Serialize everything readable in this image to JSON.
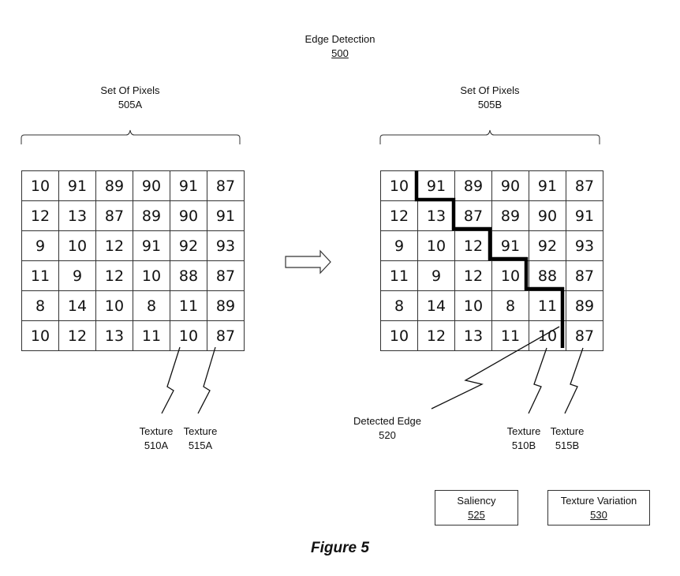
{
  "title": {
    "text": "Edge Detection",
    "ref": "500"
  },
  "left": {
    "set_label": "Set Of Pixels",
    "set_ref": "505A",
    "grid": [
      [
        "10",
        "91",
        "89",
        "90",
        "91",
        "87"
      ],
      [
        "12",
        "13",
        "87",
        "89",
        "90",
        "91"
      ],
      [
        "9",
        "10",
        "12",
        "91",
        "92",
        "93"
      ],
      [
        "11",
        "9",
        "12",
        "10",
        "88",
        "87"
      ],
      [
        "8",
        "14",
        "10",
        "8",
        "11",
        "89"
      ],
      [
        "10",
        "12",
        "13",
        "11",
        "10",
        "87"
      ]
    ],
    "texture_a": {
      "label": "Texture",
      "ref": "510A"
    },
    "texture_b": {
      "label": "Texture",
      "ref": "515A"
    }
  },
  "right": {
    "set_label": "Set Of Pixels",
    "set_ref": "505B",
    "grid": [
      [
        "10",
        "91",
        "89",
        "90",
        "91",
        "87"
      ],
      [
        "12",
        "13",
        "87",
        "89",
        "90",
        "91"
      ],
      [
        "9",
        "10",
        "12",
        "91",
        "92",
        "93"
      ],
      [
        "11",
        "9",
        "12",
        "10",
        "88",
        "87"
      ],
      [
        "8",
        "14",
        "10",
        "8",
        "11",
        "89"
      ],
      [
        "10",
        "12",
        "13",
        "11",
        "10",
        "87"
      ]
    ],
    "edge": {
      "label": "Detected Edge",
      "ref": "520"
    },
    "texture_a": {
      "label": "Texture",
      "ref": "510B"
    },
    "texture_b": {
      "label": "Texture",
      "ref": "515B"
    }
  },
  "boxes": [
    {
      "label": "Saliency",
      "ref": "525"
    },
    {
      "label": "Texture Variation",
      "ref": "530"
    }
  ],
  "arrow_icon": "right-block-arrow-icon",
  "caption": "Figure 5"
}
